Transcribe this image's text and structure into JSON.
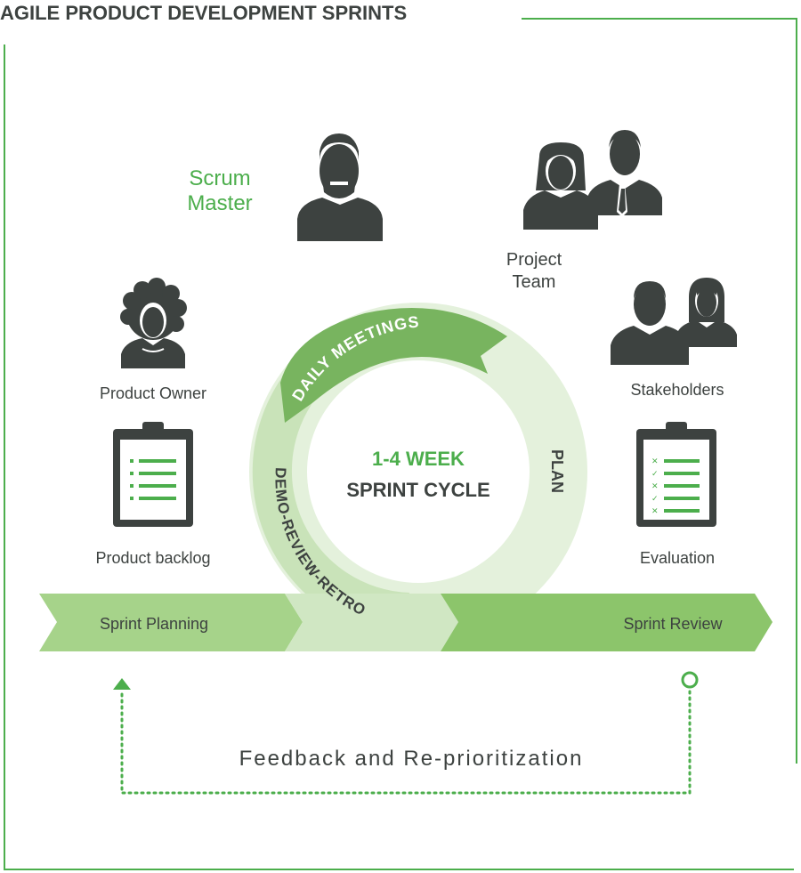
{
  "title": "AGILE PRODUCT DEVELOPMENT SPRINTS",
  "roles": {
    "scrum_master_line1": "Scrum",
    "scrum_master_line2": "Master",
    "project_team_line1": "Project",
    "project_team_line2": "Team",
    "product_owner": "Product Owner",
    "stakeholders": "Stakeholders"
  },
  "artifacts": {
    "product_backlog": "Product backlog",
    "evaluation": "Evaluation"
  },
  "cycle": {
    "center_line1": "1-4 WEEK",
    "center_line2": "SPRINT CYCLE",
    "daily_meetings": "DAILY MEETINGS",
    "plan": "PLAN",
    "demo_review_retro": "DEMO-REVIEW-RETRO"
  },
  "stages": {
    "sprint_planning": "Sprint Planning",
    "sprint_review": "Sprint Review"
  },
  "feedback": "Feedback and Re-prioritization",
  "colors": {
    "accent_green": "#4cae4c",
    "dark_green": "#6aa84f",
    "mid_green": "#9dcc85",
    "light_green": "#d8ecd0",
    "pale_green": "#e7f3e0",
    "icon_dark": "#3d4240",
    "text_dark": "#3c3f3d"
  },
  "icons": [
    "bearded-man-icon",
    "woman-icon",
    "businessman-icon",
    "curly-hair-person-icon",
    "man-icon",
    "clipboard-list-icon",
    "clipboard-checklist-icon",
    "arrow-up-icon",
    "circle-marker-icon"
  ]
}
